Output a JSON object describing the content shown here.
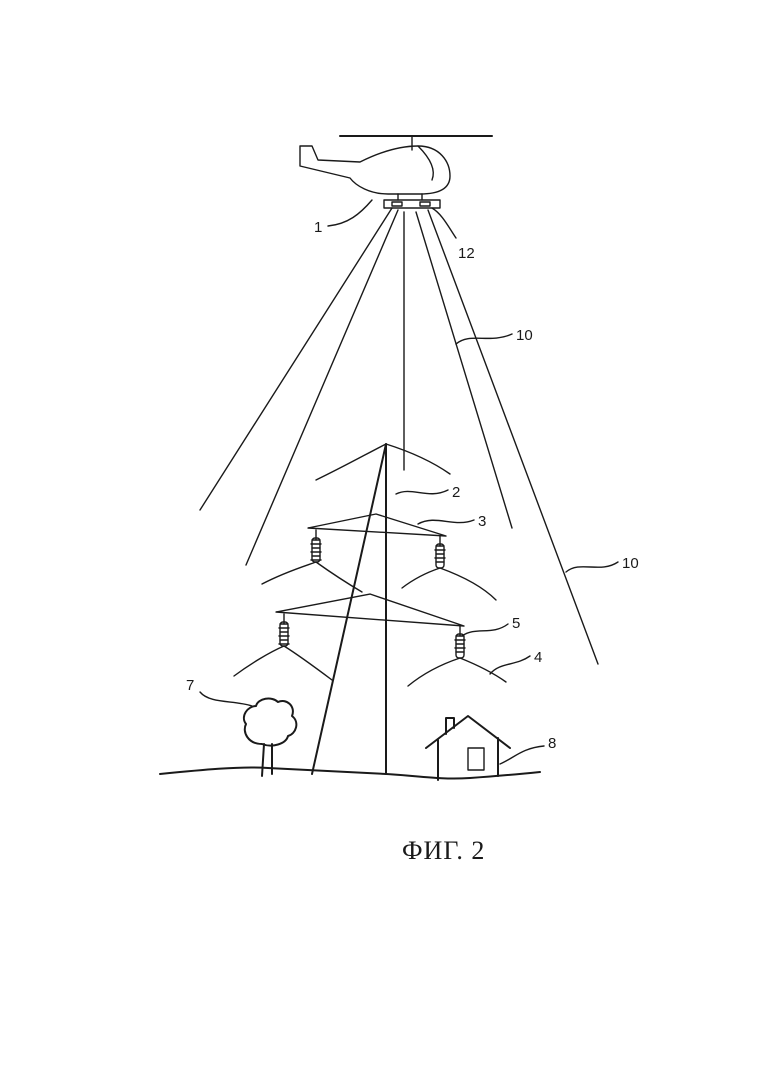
{
  "caption": "ФИГ. 2",
  "labels": {
    "helicopter": "1",
    "tower": "2",
    "upper_crossarm": "3",
    "conductor": "4",
    "insulator": "5",
    "tree": "7",
    "house": "8",
    "sensor_beam_1": "10",
    "sensor_beam_2": "10",
    "sensor": "12"
  }
}
